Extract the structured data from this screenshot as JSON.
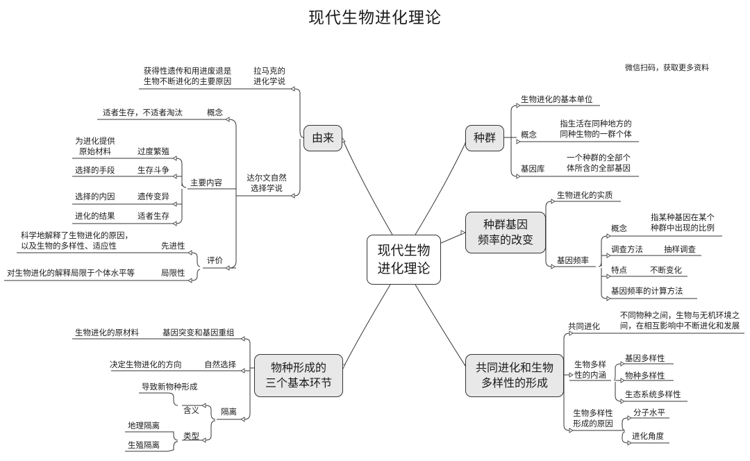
{
  "title": "现代生物进化理论",
  "note": "微信扫码，获取更多资料",
  "center": [
    "现代生物",
    "进化理论"
  ],
  "origin": {
    "label": "由来",
    "lamarck": {
      "label": [
        "拉马克的",
        "进化学说"
      ],
      "desc": [
        "获得性遗传和用进废退是",
        "生物不断进化的主要原因"
      ]
    },
    "darwin": {
      "label": [
        "达尔文自然",
        "选择学说"
      ],
      "concept": {
        "label": "概念",
        "desc": "适者生存，不适者淘汰"
      },
      "content": {
        "label": "主要内容",
        "items": [
          {
            "label": "过度繁殖",
            "desc": [
              "为进化提供",
              "原始材料"
            ]
          },
          {
            "label": "生存斗争",
            "desc": [
              "选择的手段"
            ]
          },
          {
            "label": "遗传变异",
            "desc": [
              "选择的内因"
            ]
          },
          {
            "label": "适者生存",
            "desc": [
              "进化的结果"
            ]
          }
        ]
      },
      "evaluation": {
        "label": "评价",
        "merit": {
          "label": "先进性",
          "desc": [
            "科学地解释了生物进化的原因，",
            "以及生物的多样性、适应性"
          ]
        },
        "limit": {
          "label": "局限性",
          "desc": [
            "对生物进化的解释局限于个体水平等"
          ]
        }
      }
    }
  },
  "population": {
    "label": "种群",
    "unit": "生物进化的基本单位",
    "concept": {
      "label": "概念",
      "desc": [
        "指生活在同种地方的",
        "同种生物的一群个体"
      ]
    },
    "genepool": {
      "label": "基因库",
      "desc": [
        "一个种群的全部个",
        "体所含的全部基因"
      ]
    }
  },
  "frequency": {
    "label": [
      "种群基因",
      "频率的改变"
    ],
    "essence": "生物进化的实质",
    "genefreq": {
      "label": "基因频率",
      "concept": {
        "label": "概念",
        "desc": [
          "指某种基因在某个",
          "种群中出现的比例"
        ]
      },
      "survey": {
        "label": "调查方法",
        "desc": "抽样调查"
      },
      "trait": {
        "label": "特点",
        "desc": "不断变化"
      },
      "calc": "基因频率的计算方法"
    }
  },
  "speciation": {
    "label": [
      "物种形成的",
      "三个基本环节"
    ],
    "mutation": {
      "label": "基因突变和基因重组",
      "desc": "生物进化的原材料"
    },
    "selection": {
      "label": "自然选择",
      "desc": "决定生物进化的方向"
    },
    "isolation": {
      "label": "隔离",
      "meaning": {
        "label": "含义",
        "desc": "导致新物种形成"
      },
      "types": {
        "label": "类型",
        "items": [
          "地理隔离",
          "生殖隔离"
        ]
      }
    }
  },
  "coevolution": {
    "label": [
      "共同进化和生物",
      "多样性的形成"
    ],
    "co": {
      "label": "共同进化",
      "desc": [
        "不同物种之间，生物与无机环境之",
        "间，在相互影响中不断进化和发展"
      ]
    },
    "content": {
      "label": [
        "生物多样",
        "性的内涵"
      ],
      "items": [
        "基因多样性",
        "物种多样性",
        "生态系统多样性"
      ]
    },
    "cause": {
      "label": [
        "生物多样性",
        "形成的原因"
      ],
      "items": [
        "分子水平",
        "进化角度"
      ]
    }
  }
}
